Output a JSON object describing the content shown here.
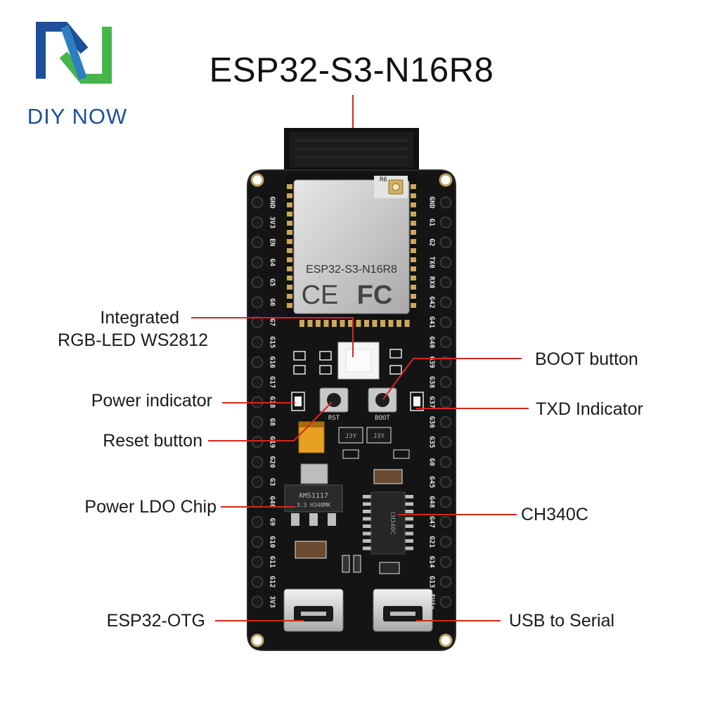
{
  "brand": {
    "name": "DIY NOW"
  },
  "title": "ESP32-S3-N16R8",
  "board": {
    "module_text": "ESP32-S3-N16R8",
    "cert_ce": "CE",
    "cert_fc": "FC",
    "ldo_line1": "AMS1117",
    "ldo_line2": "3.3 H348MK",
    "usb_chip_text": "CH340C",
    "rst_label": "RST",
    "boot_label": "BOOT",
    "transistor_label": "J3Y",
    "antenna_ref": "R6",
    "left_pins": [
      "GND",
      "3V3",
      "EN",
      "G4",
      "G5",
      "G6",
      "G7",
      "G15",
      "G16",
      "G17",
      "G18",
      "G8",
      "G19",
      "G20",
      "G3",
      "G46",
      "G9",
      "G10",
      "G11",
      "G12",
      "3V3"
    ],
    "right_pins": [
      "GND",
      "G1",
      "G2",
      "TX0",
      "RX0",
      "G42",
      "G41",
      "G40",
      "G39",
      "G38",
      "G37",
      "G36",
      "G35",
      "G0",
      "G45",
      "G48",
      "G47",
      "G21",
      "G14",
      "G13",
      "5Vin"
    ]
  },
  "labels": {
    "rgb_led_line1": "Integrated",
    "rgb_led_line2": "RGB-LED WS2812",
    "power_indicator": "Power indicator",
    "reset_button": "Reset button",
    "power_ldo": "Power LDO Chip",
    "esp32_otg": "ESP32-OTG",
    "boot_button": "BOOT button",
    "txd_indicator": "TXD Indicator",
    "ch340c": "CH340C",
    "usb_to_serial": "USB to Serial"
  },
  "colors": {
    "pcb": "#141414",
    "callout_line": "#d8261c",
    "brand_blue": "#1d4f9c",
    "brand_green": "#45b649"
  }
}
